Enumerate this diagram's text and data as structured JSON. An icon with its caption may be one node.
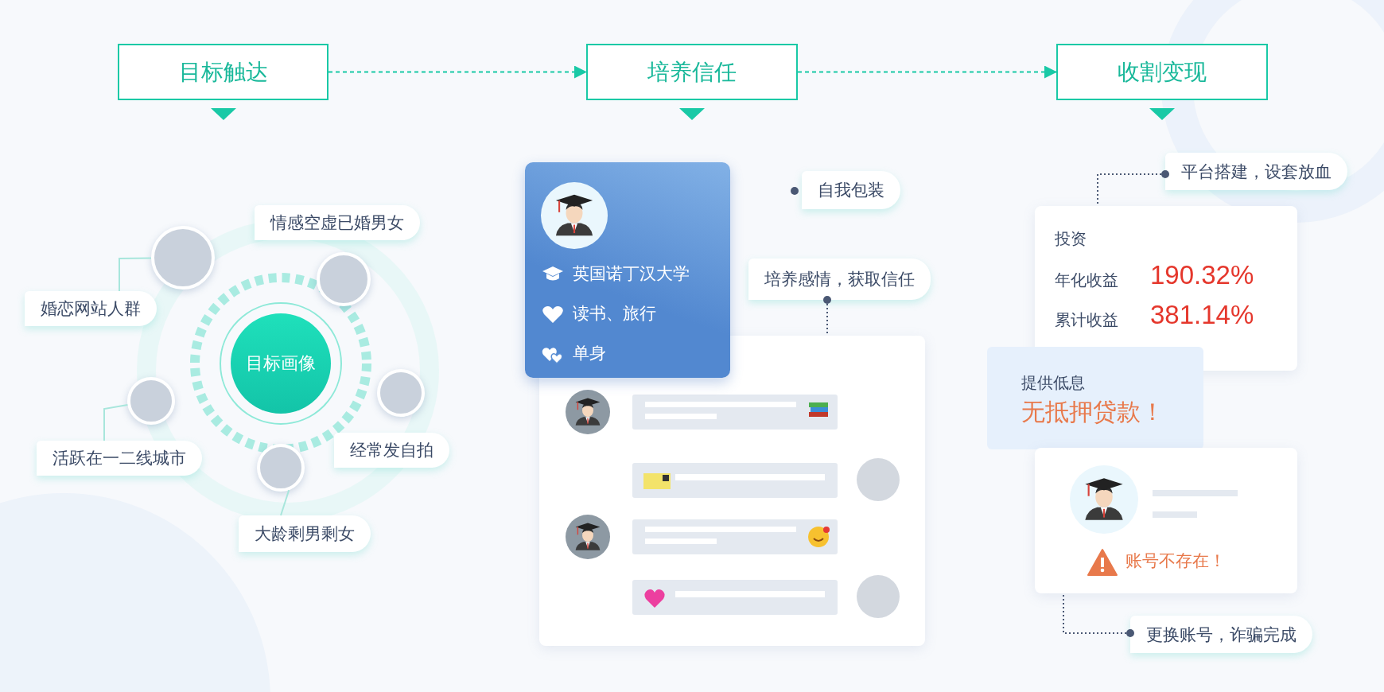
{
  "diagram": {
    "nodes": [
      {
        "text": [
          "目标触达"
        ]
      },
      {
        "text": [
          "培养信任"
        ]
      },
      {
        "text": [
          "收割变现"
        ]
      },
      {
        "text": [
          "情感空虚已婚男女"
        ]
      },
      {
        "text": [
          "婚恋网站人群"
        ]
      },
      {
        "text": [],
        "shape": "circle"
      },
      {
        "text": [
          "目标画像"
        ]
      },
      {
        "text": [],
        "shape": "circle"
      },
      {
        "text": [
          "活跃在一二线城市"
        ]
      },
      {
        "text": [
          "经常发自拍"
        ]
      },
      {
        "text": [],
        "shape": "circle"
      },
      {
        "text": [
          "大龄剩男剩女"
        ]
      },
      {
        "text": [
          "英国诺丁汉大学",
          "读书、旅行",
          "单身"
        ]
      },
      {
        "text": [
          "自我包装"
        ]
      },
      {
        "text": [
          "培养感情，获取信任"
        ]
      },
      {
        "text": [],
        "shape": "box"
      },
      {
        "text": [
          "平台搭建，设套放血"
        ]
      },
      {
        "text": [
          "投资",
          "年化收益",
          "190.32%",
          "累计收益",
          "381.14%"
        ]
      },
      {
        "text": [
          "提供低息",
          "无抵押贷款！"
        ]
      },
      {
        "text": [
          "账号不存在！"
        ]
      },
      {
        "text": [
          "更换账号，诈骗完成"
        ]
      }
    ],
    "edges": [
      {
        "from": 0,
        "to": 1,
        "arrow": "to",
        "style": "dashed",
        "color": "#19c9a6"
      },
      {
        "from": 1,
        "to": 2,
        "arrow": "to",
        "style": "dashed",
        "color": "#19c9a6"
      },
      {
        "from": 4,
        "to": 5,
        "arrow": "none",
        "color": "#a8e6dc"
      },
      {
        "from": 8,
        "to": 7,
        "arrow": "none",
        "color": "#a8e6dc"
      },
      {
        "from": 11,
        "to": 10,
        "arrow": "none",
        "color": "#a8e6dc"
      },
      {
        "from": 14,
        "to": 15,
        "arrow": "other",
        "style": "dashed",
        "color": "#4a5874"
      },
      {
        "from": 16,
        "to": 17,
        "arrow": "other",
        "style": "dashed",
        "color": "#4a5874"
      },
      {
        "from": 20,
        "to": 19,
        "arrow": "other",
        "style": "dashed",
        "color": "#4a5874"
      }
    ]
  }
}
